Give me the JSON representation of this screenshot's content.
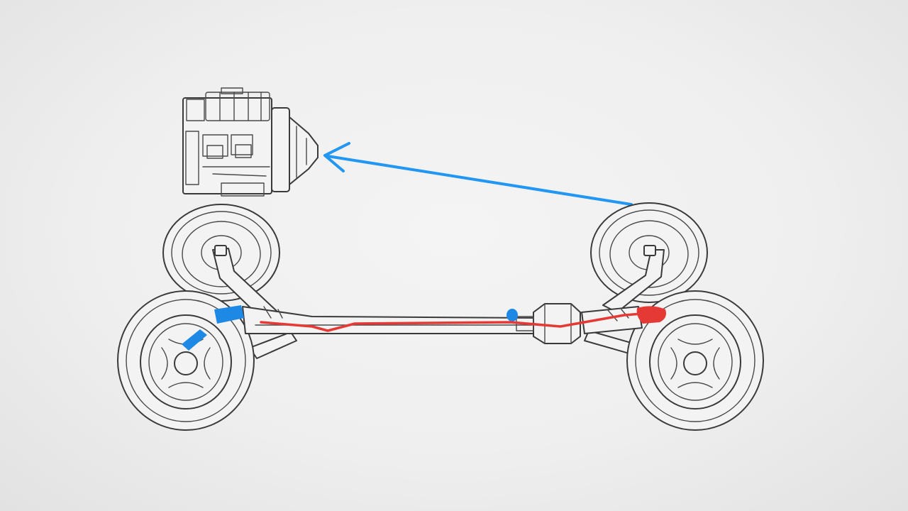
{
  "diagram": {
    "components": [
      {
        "name": "engine",
        "icon": "engine-icon"
      },
      {
        "name": "rear-left-wheel",
        "icon": "wheel-icon"
      },
      {
        "name": "rear-right-wheel",
        "icon": "wheel-icon"
      },
      {
        "name": "front-left-wheel",
        "icon": "wheel-icon"
      },
      {
        "name": "front-right-wheel",
        "icon": "wheel-icon"
      },
      {
        "name": "drive-shaft",
        "icon": "shaft-icon"
      },
      {
        "name": "differential",
        "icon": "differential-icon"
      }
    ],
    "colors": {
      "background": "#efefef",
      "line_art": "#3a3a3a",
      "flow_arrow": "#2196f3",
      "blue_marker": "#1e88e5",
      "red_path": "#e53935"
    },
    "annotations": {
      "arrow": {
        "color": "blue",
        "from": "rear-right-wheel",
        "to": "engine"
      },
      "path": {
        "color": "red",
        "from": "front-left-axle",
        "to": "front-right-axle"
      }
    }
  }
}
